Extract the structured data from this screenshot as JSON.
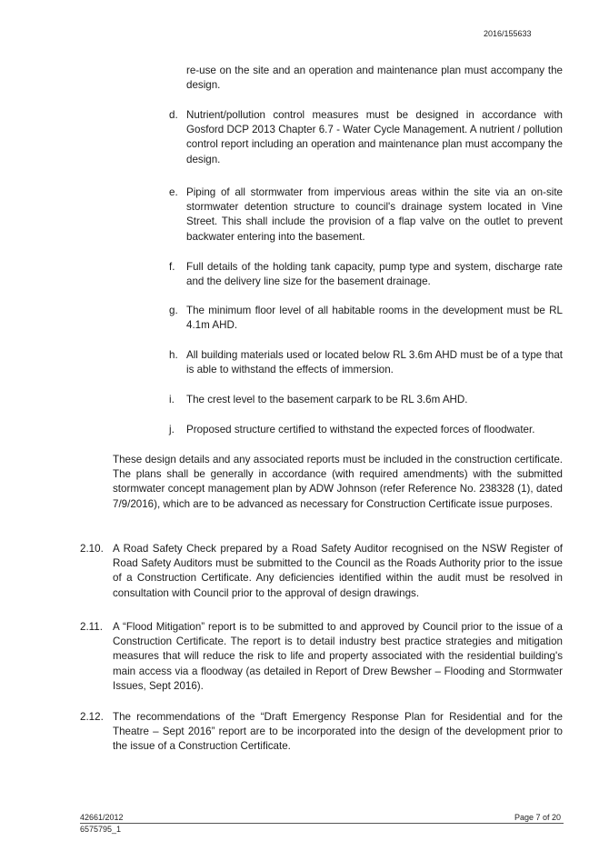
{
  "header": {
    "doc_ref": "2016/155633"
  },
  "continued": "re-use on the site and an operation and maintenance plan must accompany the design.",
  "items": [
    {
      "label": "d.",
      "text": "Nutrient/pollution control measures must be designed in accordance with Gosford DCP 2013 Chapter 6.7 - Water Cycle Management. A nutrient / pollution control report including an operation and maintenance plan must accompany the design."
    },
    {
      "label": "e.",
      "text": "Piping of all stormwater from impervious areas within the site via an on-site stormwater detention structure to council's drainage system located in Vine Street. This shall include the provision of a flap valve on the outlet to prevent backwater entering into the basement."
    },
    {
      "label": "f.",
      "text": "Full details of the holding tank capacity, pump type and system, discharge rate and the delivery line size for the basement drainage."
    },
    {
      "label": "g.",
      "text": "The minimum floor level of all habitable rooms in the development must be RL 4.1m AHD."
    },
    {
      "label": "h.",
      "text": "All building materials used or located below RL 3.6m AHD must be of a type that is able to withstand the effects of immersion."
    },
    {
      "label": "i.",
      "text": "The crest level to the basement carpark to be RL 3.6m AHD."
    },
    {
      "label": "j.",
      "text": "Proposed structure certified to withstand the expected forces of floodwater."
    }
  ],
  "summary": "These design details and any associated reports must be included in the construction certificate. The plans shall be generally in accordance (with required amendments) with the submitted stormwater concept management plan by ADW Johnson (refer Reference No. 238328 (1), dated 7/9/2016), which are to be advanced as necessary for Construction Certificate issue purposes.",
  "conditions": [
    {
      "number": "2.10.",
      "text": "A Road Safety Check prepared by a Road Safety Auditor recognised on the NSW Register of Road Safety Auditors must be submitted to the Council as the Roads Authority prior to the issue of a Construction Certificate.  Any deficiencies identified within the audit must be resolved in consultation with Council prior to the approval of design drawings."
    },
    {
      "number": "2.11.",
      "text": "A “Flood Mitigation” report is to be submitted to and approved by Council prior to the issue of a Construction Certificate. The report is to detail industry best practice strategies and mitigation measures that will reduce the risk to life and property associated with the residential building's main access via a floodway (as detailed in Report of Drew Bewsher – Flooding and Stormwater Issues, Sept 2016)."
    },
    {
      "number": "2.12.",
      "text": "The recommendations of the “Draft Emergency Response Plan for Residential and for the Theatre – Sept 2016” report are to be incorporated into the design of the development prior to the issue of a Construction Certificate."
    }
  ],
  "footer": {
    "ref_primary": "42661/2012",
    "ref_secondary": "6575795_1",
    "page": "Page 7 of 20"
  }
}
